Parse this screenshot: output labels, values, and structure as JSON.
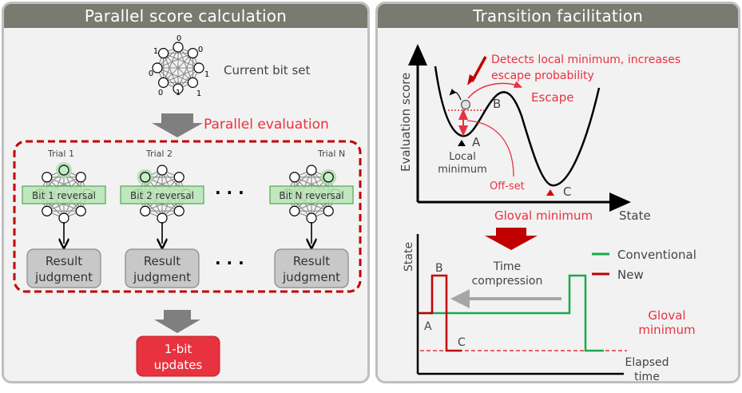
{
  "left_panel": {
    "title": "Parallel score calculation",
    "current_bit_set_label": "Current bit set",
    "current_bits": [
      "0",
      "0",
      "1",
      "1",
      "1",
      "0",
      "0",
      "1"
    ],
    "parallel_evaluation_label": "Parallel evaluation",
    "trials": [
      {
        "label": "Trial 1",
        "reversal": "Bit 1 reversal",
        "result": [
          "Result",
          "judgment"
        ]
      },
      {
        "label": "Trial 2",
        "reversal": "Bit 2 reversal",
        "result": [
          "Result",
          "judgment"
        ]
      },
      {
        "label": "Trial N",
        "reversal": "Bit N reversal",
        "result": [
          "Result",
          "judgment"
        ]
      }
    ],
    "ellipsis": "· · ·",
    "update_box": [
      "1-bit",
      "updates"
    ]
  },
  "right_panel": {
    "title": "Transition facilitation",
    "top_chart": {
      "ylabel": "Evaluation score",
      "xlabel": "State",
      "annotation": [
        "Detects local minimum, increases",
        "escape probability"
      ],
      "escape_label": "Escape",
      "point_a": "A",
      "point_b": "B",
      "point_c": "C",
      "local_min_label": [
        "Local",
        "minimum"
      ],
      "offset_label": "Off-set",
      "global_min_label": "Gloval minimum"
    },
    "bottom_chart": {
      "ylabel": "State",
      "xlabel": [
        "Elapsed",
        "time"
      ],
      "legend": [
        {
          "name": "Conventional",
          "color": "#1aaa4a"
        },
        {
          "name": "New",
          "color": "#c00000"
        }
      ],
      "time_compression_label": [
        "Time",
        "compression"
      ],
      "point_a": "A",
      "point_b": "B",
      "point_c": "C",
      "global_min_label": [
        "Gloval",
        "minimum"
      ]
    }
  },
  "colors": {
    "accent_red": "#e8323f",
    "dark_red": "#c00000",
    "green": "#1aaa4a",
    "header_gray": "#7b7a70"
  }
}
